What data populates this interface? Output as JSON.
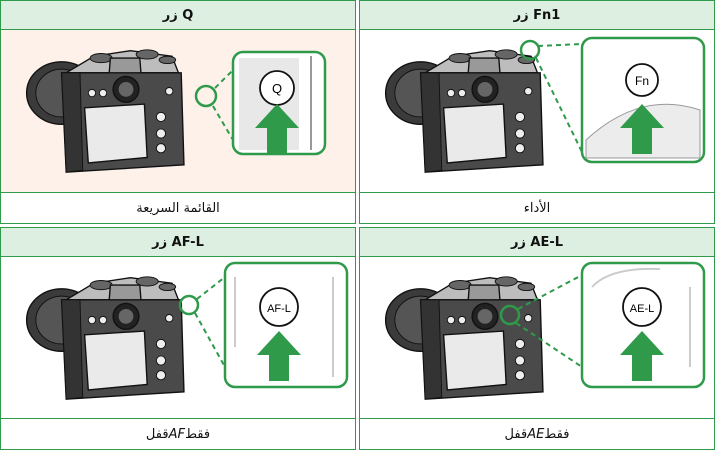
{
  "panels": [
    {
      "title": "زر Q",
      "caption": "القائمة السريعة",
      "button_label": "Q"
    },
    {
      "title": "زر Fn1",
      "caption": "الأداء",
      "button_label": "Fn"
    },
    {
      "title": "زر AF-L",
      "caption_pre": "قفل ",
      "caption_em": "AF",
      "caption_post": " فقط",
      "button_label": "AF-L"
    },
    {
      "title": "زر AE-L",
      "caption_pre": "قفل ",
      "caption_em": "AE",
      "caption_post": " فقط",
      "button_label": "AE-L"
    }
  ],
  "colors": {
    "accent_green": "#2e9a4a",
    "header_bg": "#dcefe0",
    "highlight_bg": "#fdf1ea"
  },
  "icons": {
    "arrow": "up-arrow-icon",
    "camera": "camera-illustration"
  }
}
